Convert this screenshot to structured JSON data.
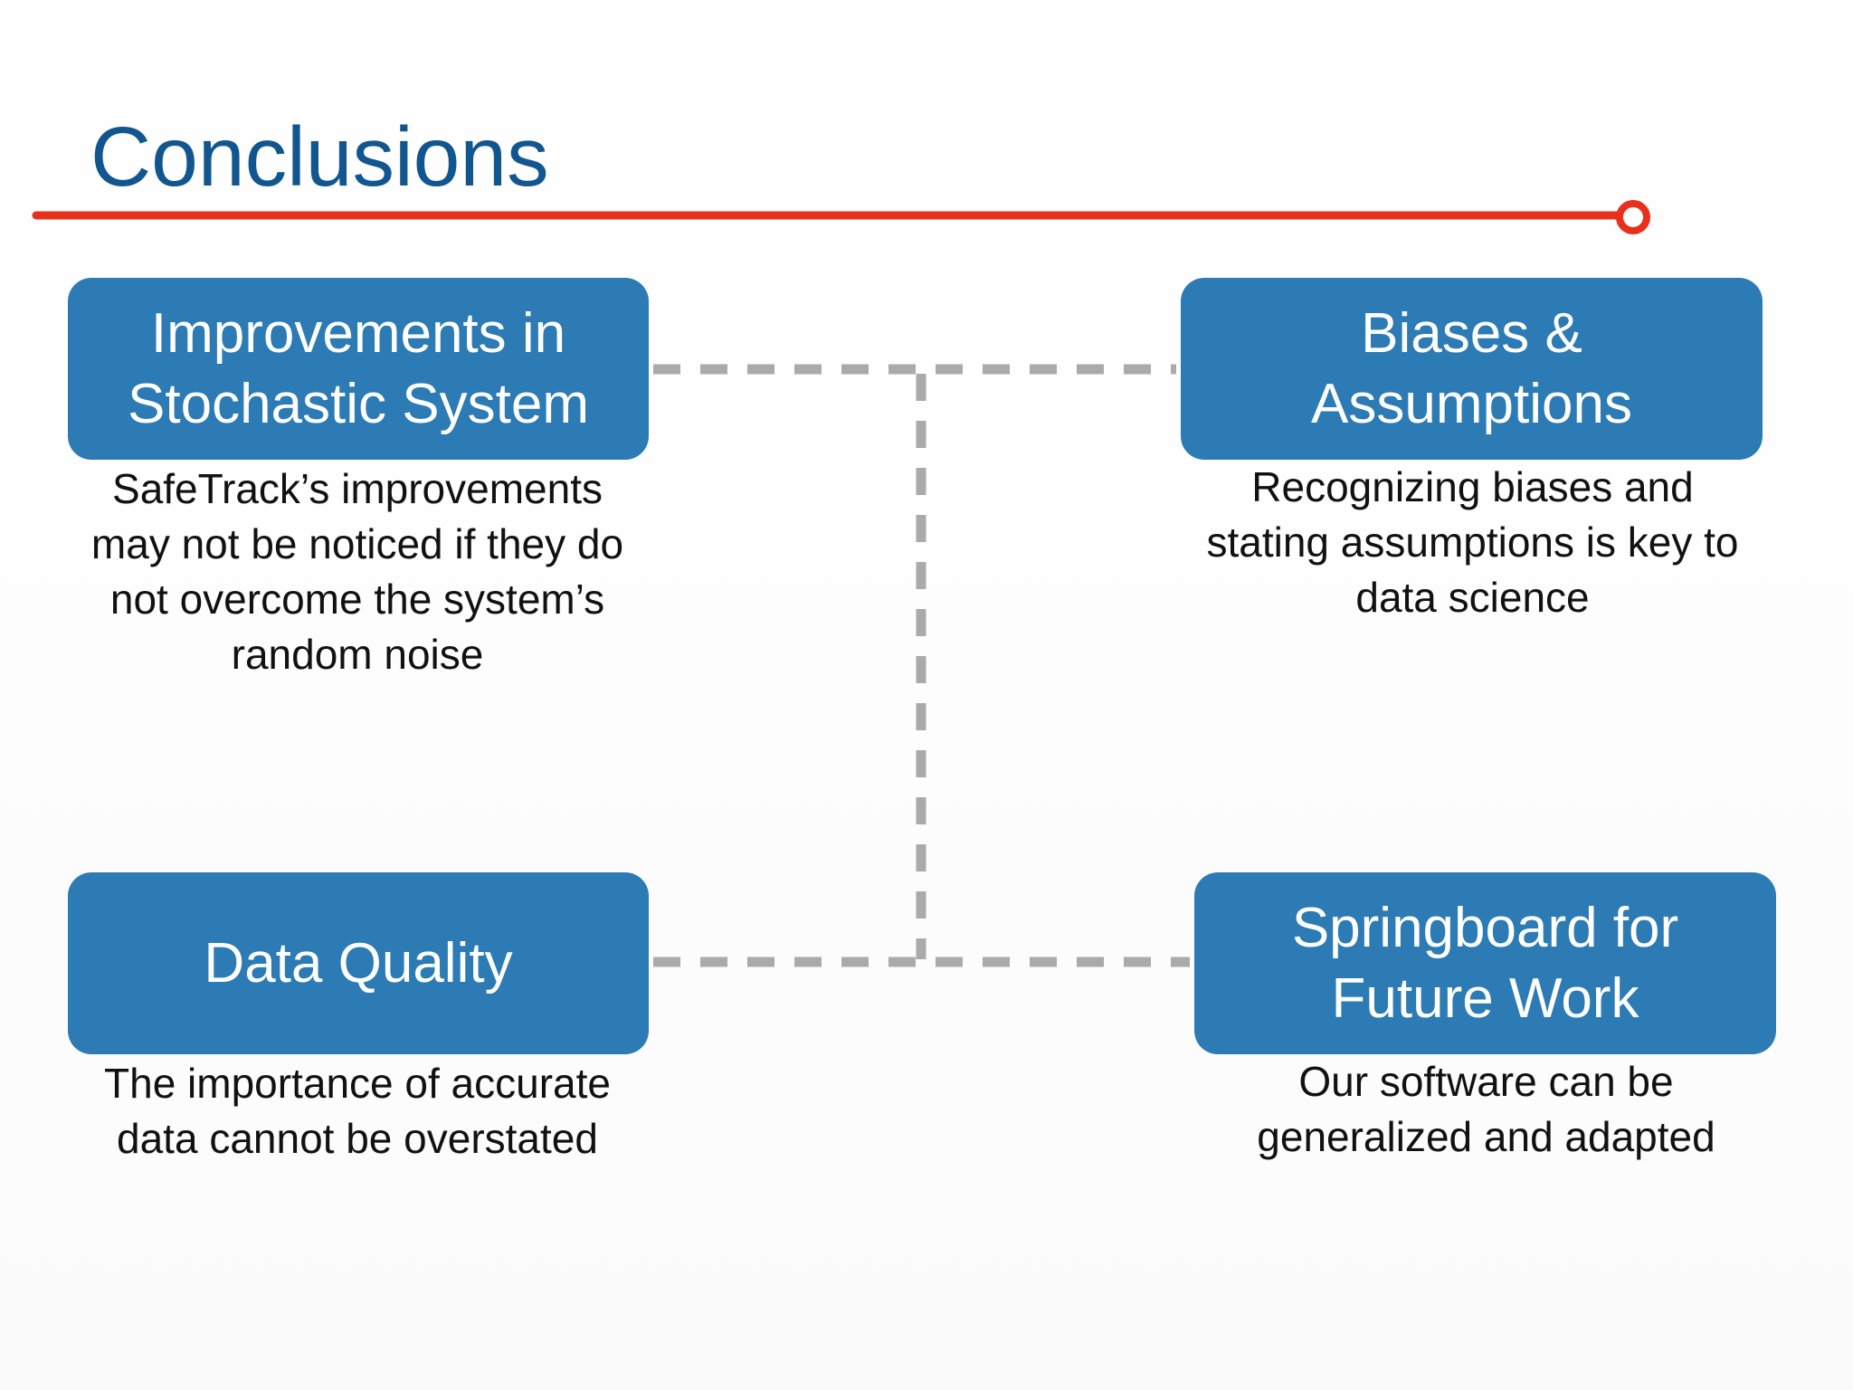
{
  "slide": {
    "title": "Conclusions",
    "accent_color": "#e8301c",
    "title_color": "#12568f",
    "box_color": "#2c7bb4",
    "connector_color": "#aaaaaa"
  },
  "nodes": [
    {
      "id": "improvements",
      "label": "Improvements in Stochastic System",
      "description": "SafeTrack’s improvements may not be noticed if they do not overcome the system’s random noise"
    },
    {
      "id": "biases",
      "label": "Biases & Assumptions",
      "description": "Recognizing biases and stating assumptions is key to data science"
    },
    {
      "id": "data-quality",
      "label": "Data Quality",
      "description": "The importance of accurate data cannot be overstated"
    },
    {
      "id": "springboard",
      "label": "Springboard for Future Work",
      "description": "Our software can be generalized and adapted"
    }
  ]
}
